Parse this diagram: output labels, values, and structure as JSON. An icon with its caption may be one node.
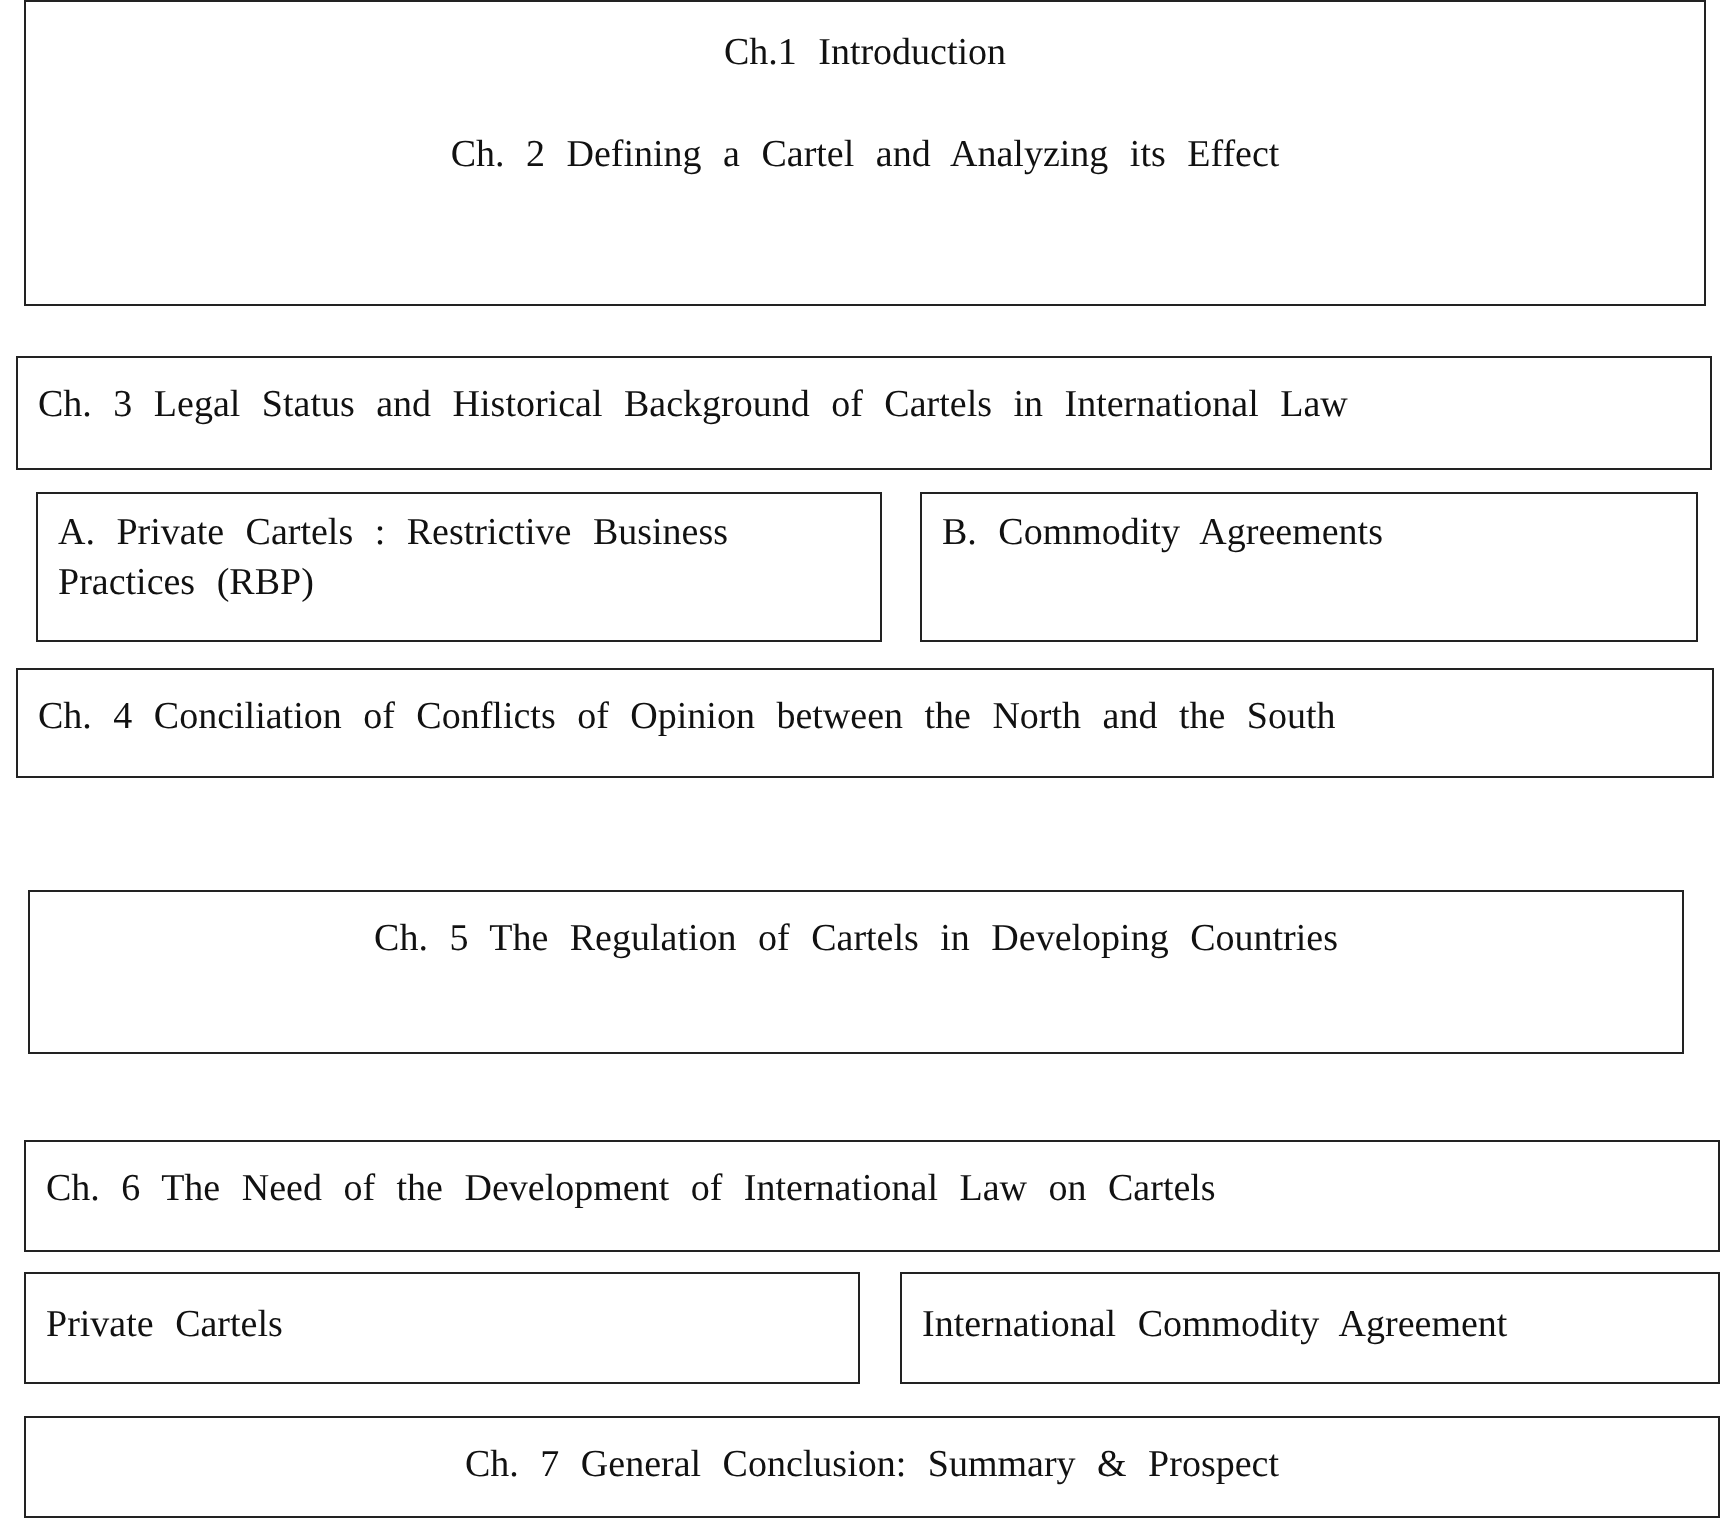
{
  "diagram": {
    "nodes": [
      {
        "text": [
          "Ch.1 Introduction",
          "Ch. 2 Defining a Cartel and Analyzing its Effect"
        ]
      },
      {
        "text": [
          "Ch. 3 Legal Status and Historical Background of Cartels in International Law"
        ]
      },
      {
        "text": [
          "A. Private Cartels : Restrictive Business Practices (RBP)"
        ]
      },
      {
        "text": [
          "B. Commodity Agreements"
        ]
      },
      {
        "text": [
          "Ch. 4 Conciliation of Conflicts of Opinion between the North and the South"
        ]
      },
      {
        "text": [
          "Ch. 5 The Regulation of Cartels in Developing Countries"
        ]
      },
      {
        "text": [
          "Ch. 6 The Need of the Development of International Law on Cartels"
        ]
      },
      {
        "text": [
          "Private Cartels"
        ]
      },
      {
        "text": [
          "International Commodity Agreement"
        ]
      },
      {
        "text": [
          "Ch. 7 General Conclusion: Summary & Prospect"
        ]
      }
    ]
  }
}
